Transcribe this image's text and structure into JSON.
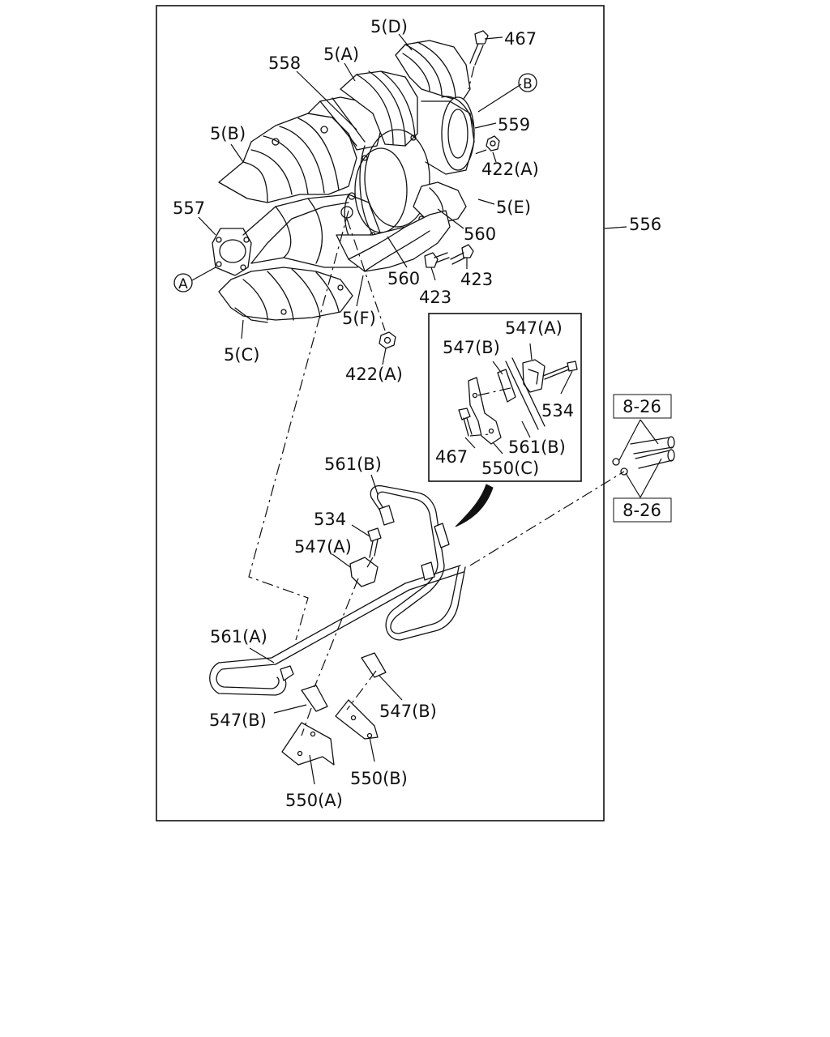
{
  "callouts": {
    "c_5d": "5(D)",
    "c_467_top": "467",
    "c_558": "558",
    "c_5a": "5(A)",
    "c_559": "559",
    "c_5b": "5(B)",
    "c_422a_top": "422(A)",
    "c_5e": "5(E)",
    "c_556": "556",
    "c_557": "557",
    "c_560_r": "560",
    "c_560_c": "560",
    "c_423_l": "423",
    "c_423_r": "423",
    "c_5f": "5(F)",
    "c_5c": "5(C)",
    "c_422a_bot": "422(A)",
    "c_547a_inset": "547(A)",
    "c_547b_inset": "547(B)",
    "c_534_inset": "534",
    "c_467_inset": "467",
    "c_561b_inset": "561(B)",
    "c_550c_inset": "550(C)",
    "c_561b": "561(B)",
    "c_534": "534",
    "c_547a": "547(A)",
    "c_561a": "561(A)",
    "c_547b_l": "547(B)",
    "c_547b_r": "547(B)",
    "c_550b": "550(B)",
    "c_550a": "550(A)"
  },
  "circled_refs": {
    "ref_a": "A",
    "ref_b": "B"
  },
  "section_refs": {
    "sec_top": "8-26",
    "sec_bottom": "8-26"
  }
}
